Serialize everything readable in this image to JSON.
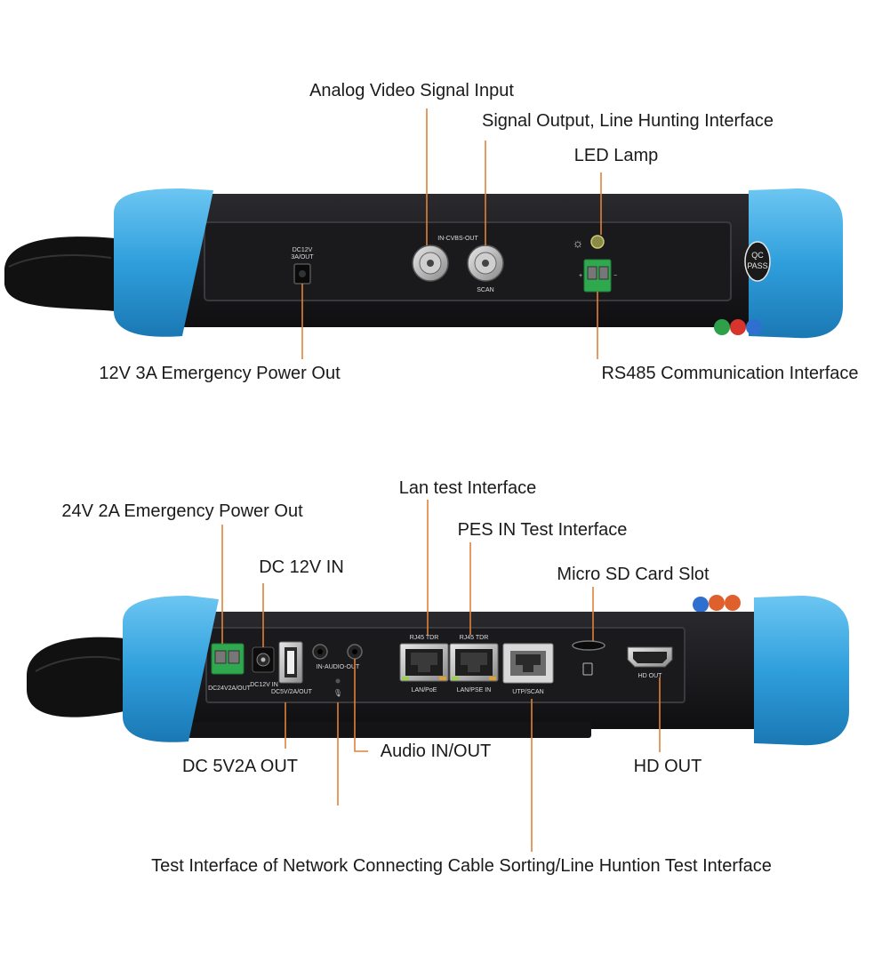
{
  "top_panel": {
    "callouts": {
      "analog_video": "Analog Video Signal Input",
      "signal_output": "Signal Output, Line Hunting Interface",
      "led_lamp": "LED Lamp",
      "emergency_12v": "12V 3A Emergency Power Out",
      "rs485": "RS485 Communication Interface"
    },
    "port_labels": {
      "dc12v_line1": "DC12V",
      "dc12v_line2": "3A/OUT",
      "cvbs": "IN-CVBS-OUT",
      "scan": "SCAN",
      "plus": "+",
      "minus": "−",
      "qc_line1": "QC",
      "qc_line2": "PASS"
    }
  },
  "bottom_panel": {
    "callouts": {
      "emergency_24v": "24V 2A Emergency Power Out",
      "dc_12v_in": "DC 12V IN",
      "lan_test": "Lan test Interface",
      "pes_in": "PES IN Test Interface",
      "micro_sd": "Micro SD Card Slot",
      "dc_5v": "DC 5V2A OUT",
      "audio": "Audio IN/OUT",
      "hd_out": "HD OUT",
      "network_test": "Test Interface of Network Connecting Cable Sorting/Line Huntion Test Interface"
    },
    "port_labels": {
      "dc24v": "DC24V2A/OUT",
      "dc12v_in": "DC12V IN",
      "dc5v": "DC5V/2A/OUT",
      "audio": "IN-AUDIO-OUT",
      "rj45_1": "RJ45 TDR",
      "rj45_2": "RJ45 TDR",
      "lan_poe": "LAN/PoE",
      "lan_pse": "LAN/PSE IN",
      "utp": "UTP/SCAN",
      "hd": "HD OUT"
    }
  },
  "colors": {
    "leader_line": "#e0823a",
    "bumper_blue": "#3aa8e0",
    "body_dark": "#1c1c1f",
    "terminal_green": "#2fa84f"
  }
}
